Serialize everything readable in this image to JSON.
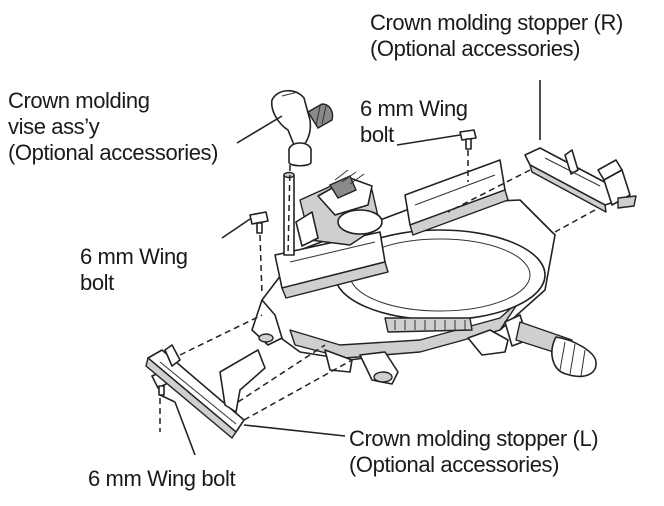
{
  "labels": {
    "stopper_r_line1": "Crown molding stopper (R)",
    "stopper_r_line2": "(Optional accessories)",
    "vise_line1": "Crown molding",
    "vise_line2": "vise ass’y",
    "vise_line3": "(Optional accessories)",
    "wing_bolt_top_line1": "6 mm Wing",
    "wing_bolt_top_line2": "bolt",
    "wing_bolt_left_line1": "6 mm Wing",
    "wing_bolt_left_line2": "bolt",
    "stopper_l_line1": "Crown molding stopper (L)",
    "stopper_l_line2": "(Optional accessories)",
    "wing_bolt_bottom": "6 mm Wing bolt"
  },
  "colors": {
    "ink": "#1a1a1a",
    "shade": "#cfcfcf",
    "dark_part": "#8a8a8a"
  }
}
